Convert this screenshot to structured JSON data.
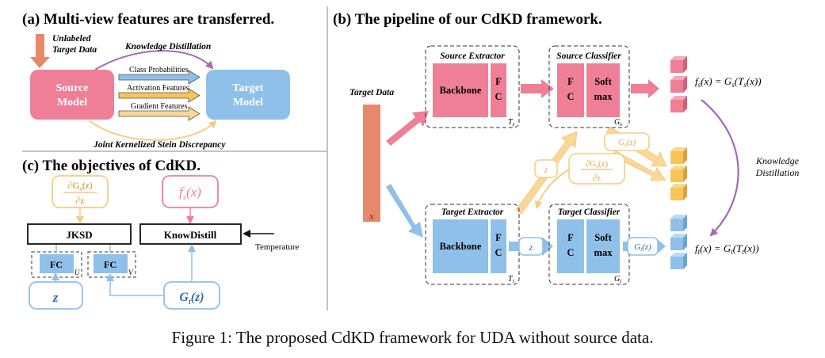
{
  "panel_a": {
    "title": "(a) Multi-view features are transferred.",
    "unlabeled": [
      "Unlabeled",
      "Target Data"
    ],
    "kd_label": "Knowledge Distillation",
    "source_model": [
      "Source",
      "Model"
    ],
    "target_model": [
      "Target",
      "Model"
    ],
    "features": [
      "Class Probabilities",
      "Activation Features",
      "Gradient Features"
    ],
    "jksd_label": "Joint Kernelized Stein Discrepancy"
  },
  "panel_b": {
    "title": "(b) The pipeline of our CdKD framework.",
    "target_data": "Target Data",
    "x_symbol": "x",
    "source_extractor": "Source Extractor",
    "source_classifier": "Source Classifier",
    "target_extractor": "Target Extractor",
    "target_classifier": "Target Classifier",
    "backbone": "Backbone",
    "fc": [
      "F",
      "C"
    ],
    "soft": "Soft",
    "max": "max",
    "ts": "T",
    "ts_sub": "s",
    "gs": "G",
    "gs_sub": "s",
    "tt": "T",
    "tt_sub": "t",
    "gt": "G",
    "gt_sub": "t",
    "z": "z",
    "gs_z": "G",
    "gs_z_sub": "s",
    "gs_z_arg": "(z)",
    "grad_num": "∂G",
    "grad_num_sub": "s",
    "grad_num_arg": "(z)",
    "grad_den": "∂z",
    "gt_z": "G",
    "gt_z_sub": "t",
    "gt_z_arg": "(z)",
    "fs_eq": "f",
    "fs_eq_sub": "s",
    "fs_eq_rest": "(x) = G",
    "fs_eq_sub2": "s",
    "fs_eq_rest2": "(T",
    "fs_eq_sub3": "s",
    "fs_eq_rest3": "(x))",
    "ft_eq": "f",
    "ft_eq_sub": "t",
    "ft_eq_rest": "(x) = G",
    "ft_eq_sub2": "t",
    "ft_eq_rest2": "(T",
    "ft_eq_sub3": "t",
    "ft_eq_rest3": "(x))",
    "kd": [
      "Knowledge",
      "Distillation"
    ]
  },
  "panel_c": {
    "title": "(c)  The objectives of CdKD.",
    "grad_num": "∂G",
    "grad_num_sub": "s",
    "grad_num_arg": "(z)",
    "grad_den": "∂z",
    "fs": "f",
    "fs_sub": "s",
    "fs_arg": "(x)",
    "jksd": "JKSD",
    "know_distill": "KnowDistill",
    "temperature": "Temperature",
    "fc": "FC",
    "u": "U",
    "v": "V",
    "z": "z",
    "gt": "G",
    "gt_sub": "t",
    "gt_arg": "(z)"
  },
  "caption": "Figure 1: The proposed CdKD framework for UDA without source data.",
  "colors": {
    "pink": "#ee7f97",
    "blue": "#8fc0e9",
    "orange": "#e6896a",
    "gold": "#f6c458",
    "purple": "#a867b8",
    "sand": "#f9d796",
    "gray": "#a9a9a9"
  }
}
